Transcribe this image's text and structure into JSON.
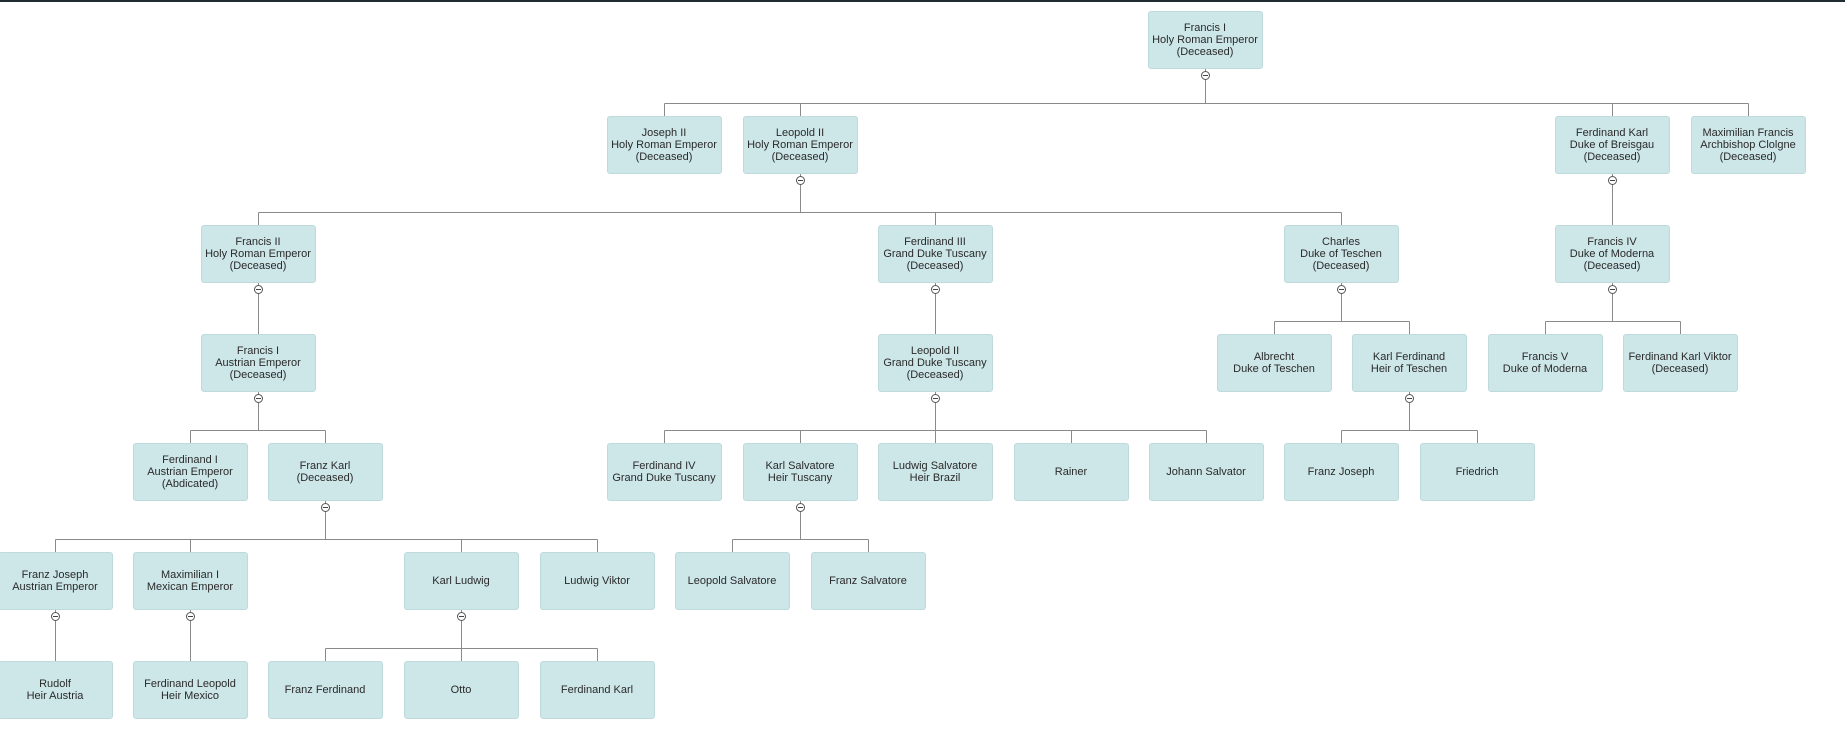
{
  "colors": {
    "node_fill": "#cde6e8",
    "connector": "#8a8a8a",
    "top_bar": "#1f2d33"
  },
  "toggle_icon": "minus-circle-icon",
  "nodes": [
    {
      "id": "francis-i-hre",
      "lines": [
        "Francis I",
        "Holy Roman Emperor",
        "(Deceased)"
      ],
      "parent": null
    },
    {
      "id": "joseph-ii",
      "lines": [
        "Joseph II",
        "Holy Roman Emperor",
        "(Deceased)"
      ],
      "parent": "francis-i-hre"
    },
    {
      "id": "leopold-ii-hre",
      "lines": [
        "Leopold II",
        "Holy Roman Emperor",
        "(Deceased)"
      ],
      "parent": "francis-i-hre"
    },
    {
      "id": "ferdinand-karl-breisgau",
      "lines": [
        "Ferdinand Karl",
        "Duke of Breisgau",
        "(Deceased)"
      ],
      "parent": "francis-i-hre"
    },
    {
      "id": "maximilian-francis",
      "lines": [
        "Maximilian Francis",
        "Archbishop Clolgne",
        "(Deceased)"
      ],
      "parent": "francis-i-hre"
    },
    {
      "id": "francis-ii",
      "lines": [
        "Francis II",
        "Holy Roman Emperor",
        "(Deceased)"
      ],
      "parent": "leopold-ii-hre"
    },
    {
      "id": "ferdinand-iii",
      "lines": [
        "Ferdinand III",
        "Grand Duke Tuscany",
        "(Deceased)"
      ],
      "parent": "leopold-ii-hre"
    },
    {
      "id": "charles-teschen",
      "lines": [
        "Charles",
        "Duke of Teschen",
        "(Deceased)"
      ],
      "parent": "leopold-ii-hre"
    },
    {
      "id": "francis-iv",
      "lines": [
        "Francis IV",
        "Duke of Moderna",
        "(Deceased)"
      ],
      "parent": "ferdinand-karl-breisgau"
    },
    {
      "id": "francis-i-austria",
      "lines": [
        "Francis I",
        "Austrian Emperor",
        "(Deceased)"
      ],
      "parent": "francis-ii"
    },
    {
      "id": "leopold-ii-tuscany",
      "lines": [
        "Leopold II",
        "Grand Duke Tuscany",
        "(Deceased)"
      ],
      "parent": "ferdinand-iii"
    },
    {
      "id": "albrecht",
      "lines": [
        "Albrecht",
        "Duke of Teschen"
      ],
      "parent": "charles-teschen"
    },
    {
      "id": "karl-ferdinand",
      "lines": [
        "Karl Ferdinand",
        "Heir of Teschen"
      ],
      "parent": "charles-teschen"
    },
    {
      "id": "francis-v",
      "lines": [
        "Francis V",
        "Duke of Moderna"
      ],
      "parent": "francis-iv"
    },
    {
      "id": "ferdinand-karl-viktor",
      "lines": [
        "Ferdinand Karl Viktor",
        "(Deceased)"
      ],
      "parent": "francis-iv"
    },
    {
      "id": "ferdinand-i-austria",
      "lines": [
        "Ferdinand I",
        "Austrian Emperor",
        "(Abdicated)"
      ],
      "parent": "francis-i-austria"
    },
    {
      "id": "franz-karl",
      "lines": [
        "Franz Karl",
        "(Deceased)"
      ],
      "parent": "francis-i-austria"
    },
    {
      "id": "ferdinand-iv",
      "lines": [
        "Ferdinand IV",
        "Grand Duke Tuscany"
      ],
      "parent": "leopold-ii-tuscany"
    },
    {
      "id": "karl-salvatore",
      "lines": [
        "Karl Salvatore",
        "Heir Tuscany"
      ],
      "parent": "leopold-ii-tuscany"
    },
    {
      "id": "ludwig-salvatore",
      "lines": [
        "Ludwig Salvatore",
        "Heir Brazil"
      ],
      "parent": "leopold-ii-tuscany"
    },
    {
      "id": "rainer",
      "lines": [
        "Rainer"
      ],
      "parent": "leopold-ii-tuscany"
    },
    {
      "id": "johann-salvator",
      "lines": [
        "Johann Salvator"
      ],
      "parent": "leopold-ii-tuscany"
    },
    {
      "id": "franz-joseph-teschen",
      "lines": [
        "Franz Joseph"
      ],
      "parent": "karl-ferdinand"
    },
    {
      "id": "friedrich",
      "lines": [
        "Friedrich"
      ],
      "parent": "karl-ferdinand"
    },
    {
      "id": "franz-joseph-austria",
      "lines": [
        "Franz Joseph",
        "Austrian Emperor"
      ],
      "parent": "franz-karl"
    },
    {
      "id": "maximilian-i",
      "lines": [
        "Maximilian I",
        "Mexican Emperor"
      ],
      "parent": "franz-karl"
    },
    {
      "id": "karl-ludwig",
      "lines": [
        "Karl Ludwig"
      ],
      "parent": "franz-karl"
    },
    {
      "id": "ludwig-viktor",
      "lines": [
        "Ludwig Viktor"
      ],
      "parent": "franz-karl"
    },
    {
      "id": "leopold-salvatore",
      "lines": [
        "Leopold Salvatore"
      ],
      "parent": "karl-salvatore"
    },
    {
      "id": "franz-salvatore",
      "lines": [
        "Franz Salvatore"
      ],
      "parent": "karl-salvatore"
    },
    {
      "id": "rudolf",
      "lines": [
        "Rudolf",
        "Heir Austria"
      ],
      "parent": "franz-joseph-austria"
    },
    {
      "id": "ferdinand-leopold",
      "lines": [
        "Ferdinand Leopold",
        "Heir Mexico"
      ],
      "parent": "maximilian-i"
    },
    {
      "id": "franz-ferdinand",
      "lines": [
        "Franz Ferdinand"
      ],
      "parent": "karl-ludwig"
    },
    {
      "id": "otto",
      "lines": [
        "Otto"
      ],
      "parent": "karl-ludwig"
    },
    {
      "id": "ferdinand-karl",
      "lines": [
        "Ferdinand Karl"
      ],
      "parent": "karl-ludwig"
    }
  ]
}
